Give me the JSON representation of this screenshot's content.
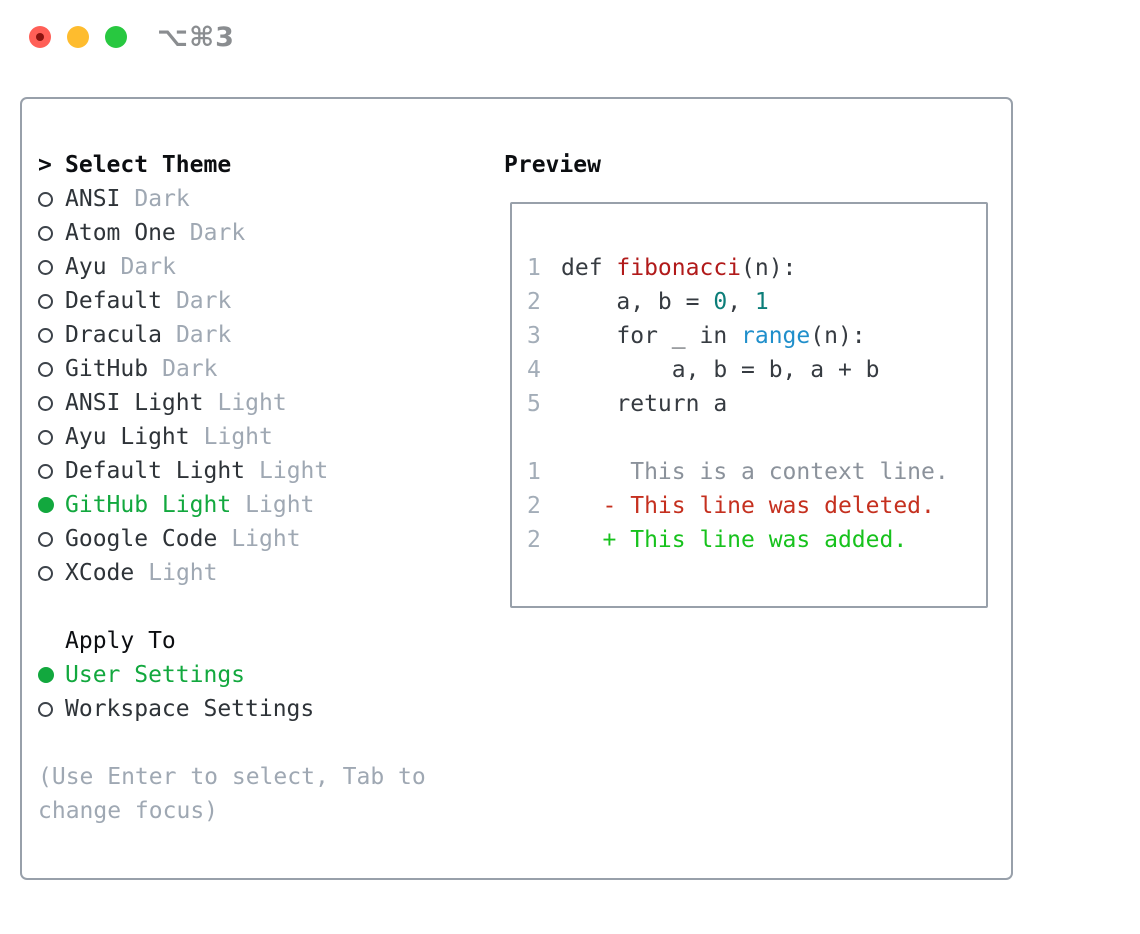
{
  "window": {
    "title": "⌥⌘3"
  },
  "colors": {
    "traffic_red": "#ff5f57",
    "traffic_red_dot": "#8a1410",
    "traffic_yellow": "#febc2e",
    "traffic_green": "#28c840",
    "title_gray": "#8a8d90",
    "border": "#98a0aa",
    "heading": "#0c0e11",
    "text_dark": "#2e3338",
    "muted": "#9fa8b3",
    "accent_green": "#12a83e",
    "code_text": "#363b41",
    "lineno": "#a3adb8",
    "function_red": "#b11a1a",
    "number_teal": "#0c7e79",
    "builtin_blue": "#208fcb",
    "context_gray": "#8b929b",
    "deleted_red": "#c5301f",
    "added_green": "#17c21d"
  },
  "theme_panel": {
    "header_prefix": ">",
    "header": "Select Theme",
    "themes": [
      {
        "name": "ANSI",
        "variant": "Dark",
        "selected": false
      },
      {
        "name": "Atom One",
        "variant": "Dark",
        "selected": false
      },
      {
        "name": "Ayu",
        "variant": "Dark",
        "selected": false
      },
      {
        "name": "Default",
        "variant": "Dark",
        "selected": false
      },
      {
        "name": "Dracula",
        "variant": "Dark",
        "selected": false
      },
      {
        "name": "GitHub",
        "variant": "Dark",
        "selected": false
      },
      {
        "name": "ANSI Light",
        "variant": "Light",
        "selected": false
      },
      {
        "name": "Ayu Light",
        "variant": "Light",
        "selected": false
      },
      {
        "name": "Default Light",
        "variant": "Light",
        "selected": false
      },
      {
        "name": "GitHub Light",
        "variant": "Light",
        "selected": true
      },
      {
        "name": "Google Code",
        "variant": "Light",
        "selected": false
      },
      {
        "name": "XCode",
        "variant": "Light",
        "selected": false
      }
    ],
    "apply_to": {
      "header": "Apply To",
      "options": [
        {
          "label": "User Settings",
          "selected": true
        },
        {
          "label": "Workspace Settings",
          "selected": false
        }
      ]
    },
    "hint": "(Use Enter to select, Tab to change focus)"
  },
  "preview": {
    "title": "Preview",
    "code_lines": [
      {
        "num": "1",
        "tokens": [
          {
            "t": "def ",
            "c": "default"
          },
          {
            "t": "fibonacci",
            "c": "function"
          },
          {
            "t": "(n):",
            "c": "default"
          }
        ]
      },
      {
        "num": "2",
        "tokens": [
          {
            "t": "    a, b = ",
            "c": "default"
          },
          {
            "t": "0",
            "c": "number"
          },
          {
            "t": ", ",
            "c": "default"
          },
          {
            "t": "1",
            "c": "number"
          }
        ]
      },
      {
        "num": "3",
        "tokens": [
          {
            "t": "    for _ in ",
            "c": "default"
          },
          {
            "t": "range",
            "c": "builtin"
          },
          {
            "t": "(n):",
            "c": "default"
          }
        ]
      },
      {
        "num": "4",
        "tokens": [
          {
            "t": "        a, b = b, a + b",
            "c": "default"
          }
        ]
      },
      {
        "num": "5",
        "tokens": [
          {
            "t": "    return a",
            "c": "default"
          }
        ]
      }
    ],
    "diff_lines": [
      {
        "num": "1",
        "marker": "",
        "text": "This is a context line.",
        "type": "context"
      },
      {
        "num": "2",
        "marker": "-",
        "text": "This line was deleted.",
        "type": "deleted"
      },
      {
        "num": "2",
        "marker": "+",
        "text": "This line was added.",
        "type": "added"
      }
    ]
  }
}
